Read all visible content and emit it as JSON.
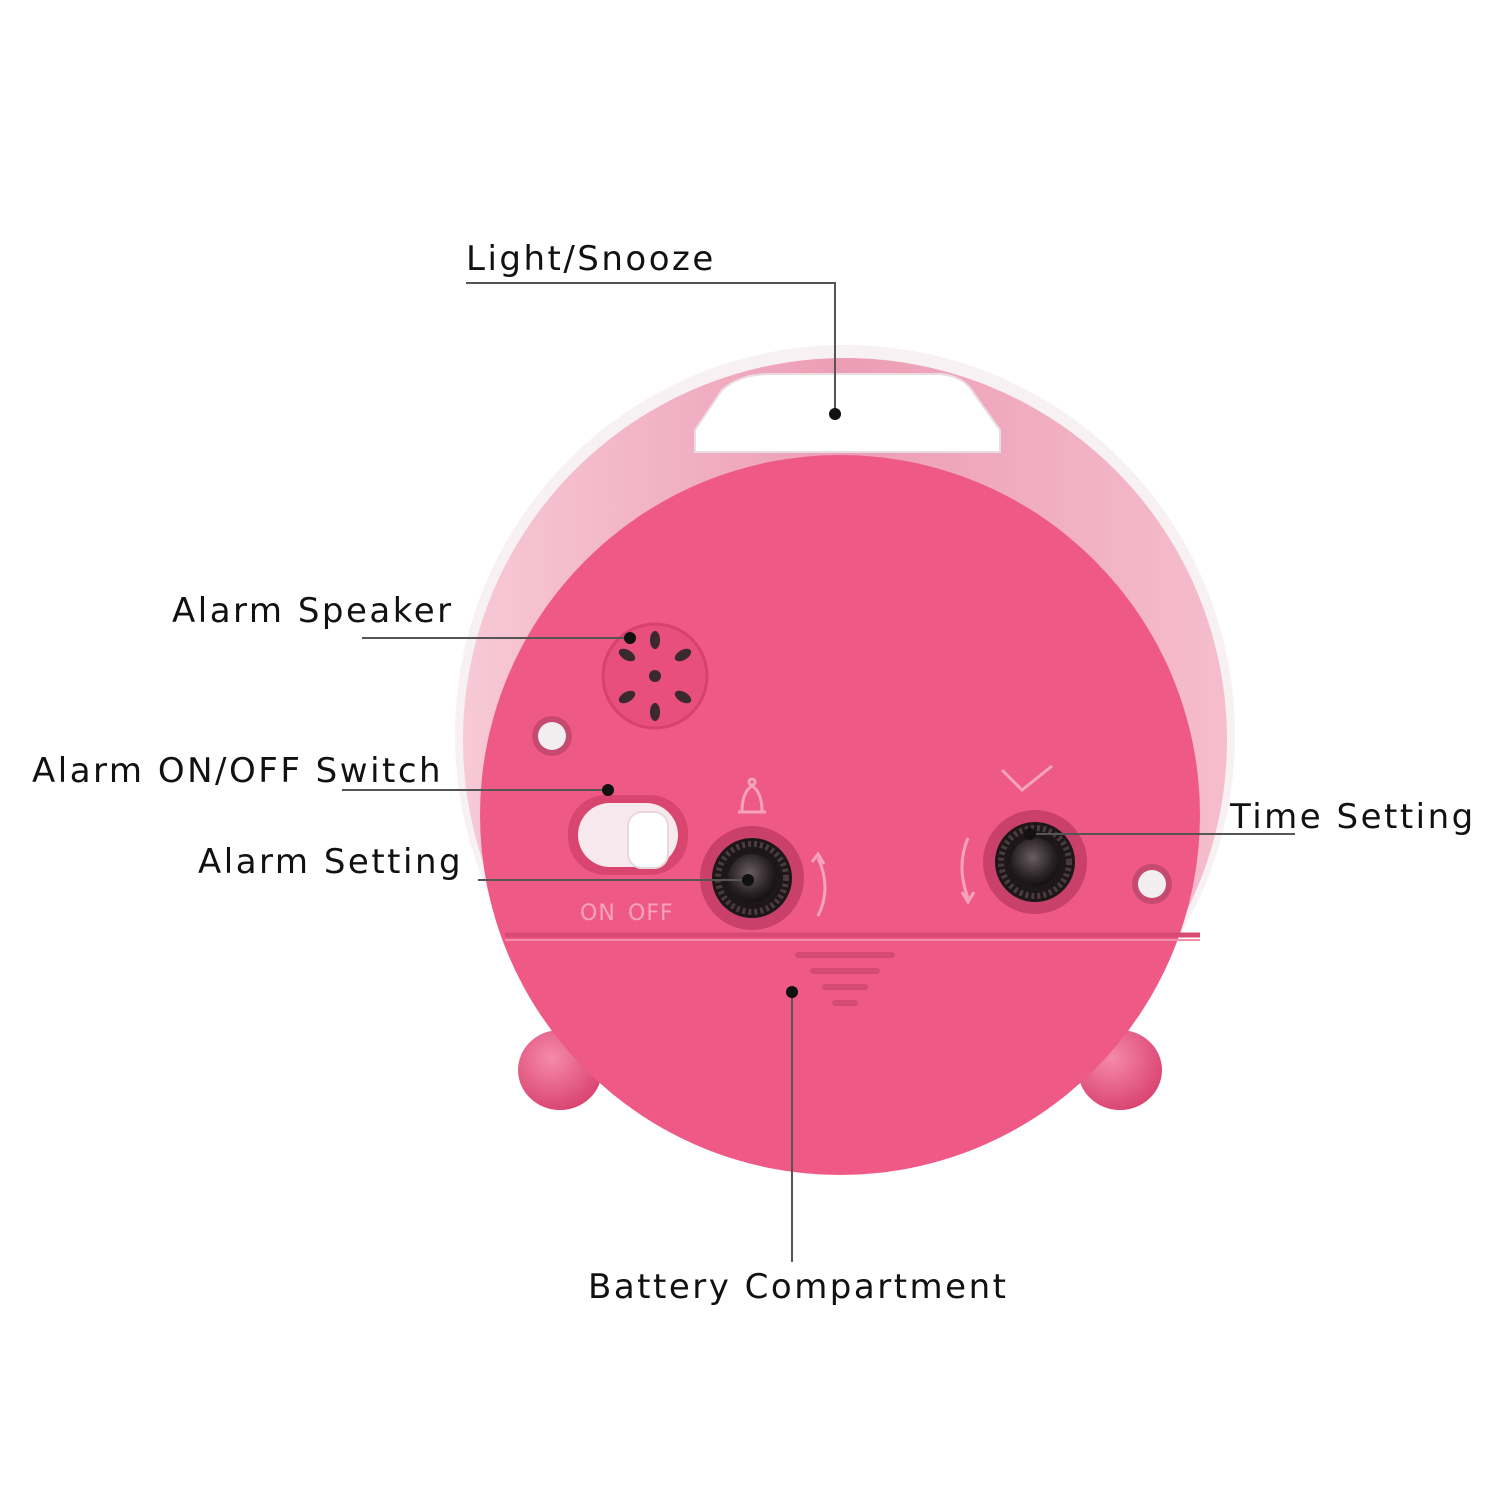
{
  "labels": {
    "light_snooze": "Light/Snooze",
    "alarm_speaker": "Alarm Speaker",
    "alarm_switch": "Alarm ON/OFF Switch",
    "alarm_setting": "Alarm Setting",
    "time_setting": "Time Setting",
    "battery_compartment": "Battery Compartment"
  },
  "switch_markings": {
    "on": "ON",
    "off": "OFF"
  },
  "colors": {
    "body_pink": "#ee5a85",
    "side_pink": "#f2a7bd",
    "leader_line": "#555555",
    "text": "#111111"
  },
  "icons": {
    "alarm_knob_symbol": "bell-icon",
    "time_knob_symbol": "clock-hands-icon"
  }
}
